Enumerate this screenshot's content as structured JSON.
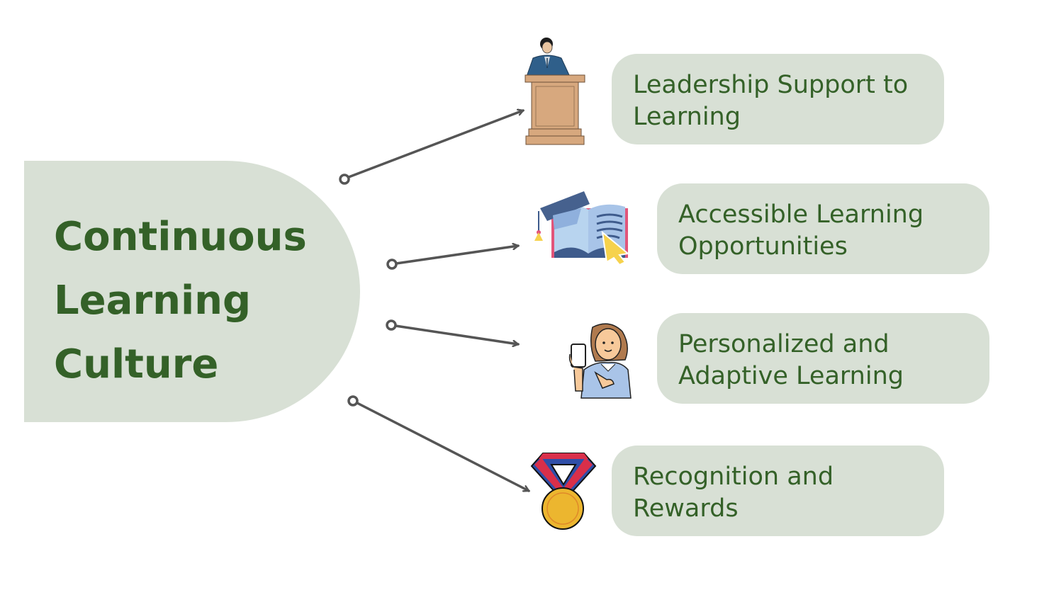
{
  "hub": {
    "title_lines": [
      "Continuous",
      "Learning",
      "Culture"
    ]
  },
  "items": [
    {
      "label": "Leadership Support to Learning",
      "lines": [
        "Leadership Support to",
        "Learning"
      ],
      "icon": "podium-speaker-icon"
    },
    {
      "label": "Accessible Learning Opportunities",
      "lines": [
        "Accessible Learning",
        "Opportunities"
      ],
      "icon": "graduation-book-icon"
    },
    {
      "label": "Personalized and Adaptive Learning",
      "lines": [
        "Personalized and",
        "Adaptive Learning"
      ],
      "icon": "person-with-phone-icon"
    },
    {
      "label": "Recognition and Rewards",
      "lines": [
        "Recognition and",
        "Rewards"
      ],
      "icon": "medal-icon"
    }
  ],
  "colors": {
    "shape_fill": "#d8e0d5",
    "text": "#346128",
    "connector": "#555555"
  }
}
